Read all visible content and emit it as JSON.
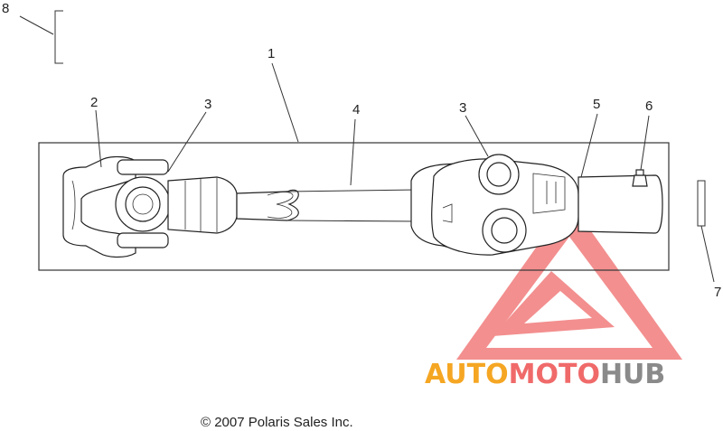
{
  "callouts": {
    "c1": "1",
    "c2": "2",
    "c3a": "3",
    "c3b": "3",
    "c4": "4",
    "c5": "5",
    "c6": "6",
    "c7": "7",
    "c8": "8"
  },
  "copyright": "© 2007 Polaris Sales Inc.",
  "watermark": {
    "part1": "AUTO",
    "part2": "MOTO",
    "part3": "HUB",
    "color_orange": "#f5a623",
    "color_red": "#f06a6a",
    "color_gray": "#8a8a8a"
  }
}
